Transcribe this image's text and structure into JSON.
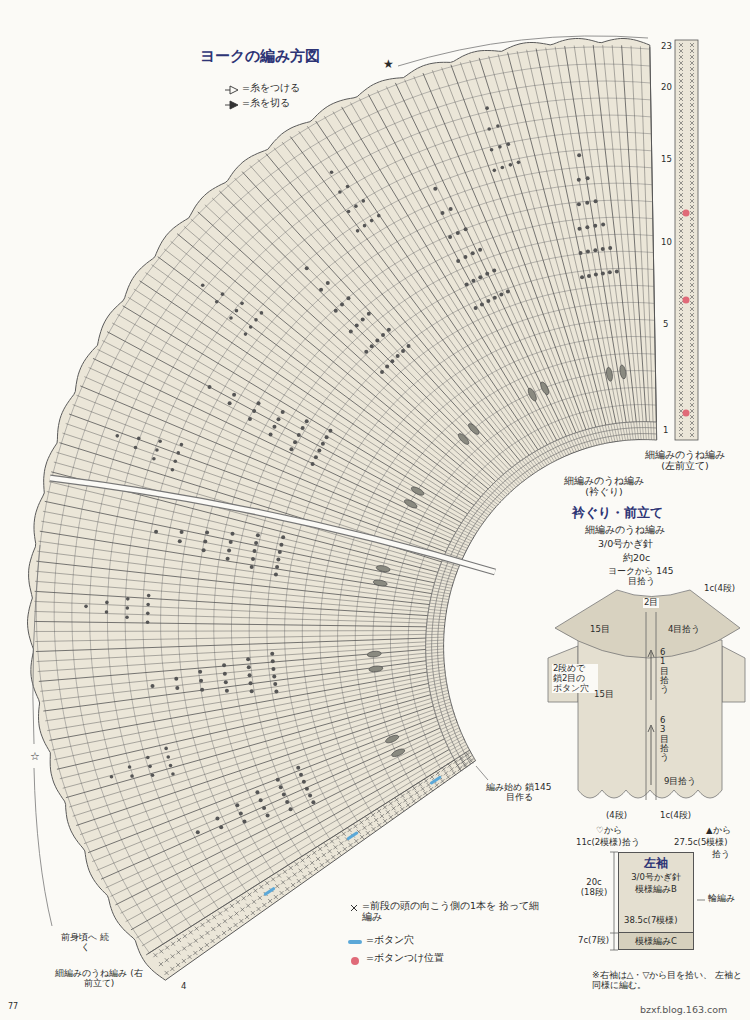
{
  "diagram": {
    "title": "ヨークの編み方図",
    "nodes": [
      {
        "text": [
          "左袖",
          "3/0号かぎ針",
          "模様編みB"
        ]
      },
      {
        "text": [
          "模様編みC"
        ],
        "in": 0
      }
    ],
    "labels": [
      "★",
      "23",
      "20",
      "15",
      "10",
      "5",
      "1",
      "細編みのうね編み (衿ぐり)",
      "細編みのうね編み (左前立て)",
      "衿ぐり・前立て",
      "細編みのうね編み",
      "3/0号かぎ針",
      "約20c",
      "ヨークから 145目拾う",
      "1c(4段)",
      "2目",
      "15目",
      "4目拾う",
      "61目拾う",
      "2段めで 鎖2目の ボタン穴",
      "15目",
      "63目拾う",
      "9目拾う",
      "(4段)",
      "1c(4段)",
      "♡から",
      "11c(2模様)拾う",
      "▲から",
      "27.5c(5模様)",
      "拾う",
      "20c (18段)",
      "38.5c(7模様)",
      "7c(7段)",
      "輪編み",
      "※右袖は△・▽から目を拾い、 左袖と同様に編む。",
      "☆",
      "編み始め 鎖145目作る",
      "前身頃へ 続く",
      "細編みのうね編み (右前立て)",
      "4",
      "77",
      "bzxf.blog.163.com"
    ],
    "legend": [
      {
        "text": "=糸をつける"
      },
      {
        "text": "=糸を切る"
      },
      {
        "text": "=前段の頭の向こう側の1本を 拾って細編み"
      },
      {
        "text": "=ボタン穴",
        "color": "#5ba8d8"
      },
      {
        "text": "=ボタンつけ位置",
        "color": "#e06a78"
      }
    ]
  }
}
